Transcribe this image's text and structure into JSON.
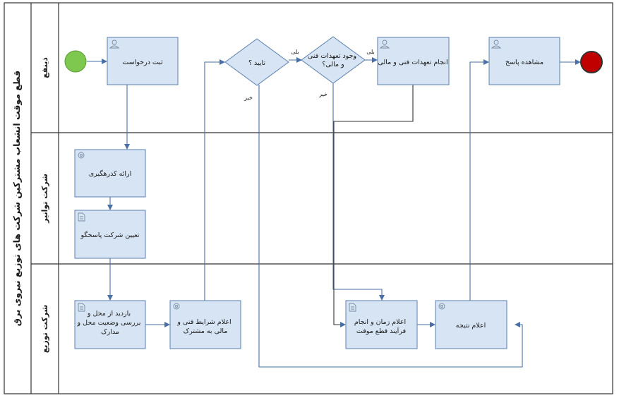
{
  "pool": {
    "title": "قطع موقت انشعاب مشترکین شرکت های توزیع نیروی برق"
  },
  "lanes": [
    {
      "id": "lane-1",
      "label": "ذینفع"
    },
    {
      "id": "lane-2",
      "label": "شرکت توانیر"
    },
    {
      "id": "lane-3",
      "label": "شرکت توزیع"
    }
  ],
  "tasks": {
    "submit_request": {
      "lines": [
        "ثبت درخواست"
      ],
      "icon": "user-icon"
    },
    "provide_gateway": {
      "lines": [
        "ارائه کدرهگیری"
      ],
      "icon": "gear-icon"
    },
    "assign_company": {
      "lines": [
        "تعیین شرکت پاسخگو"
      ],
      "icon": "document-icon"
    },
    "site_visit": {
      "lines": [
        "بازدید از محل و",
        "بررسی وضعیت محل و",
        "مدارک"
      ],
      "icon": "document-icon"
    },
    "announce_terms": {
      "lines": [
        "اعلام شرایط فنی و",
        "مالی به مشترک"
      ],
      "icon": "gear-icon"
    },
    "fulfil_obligations": {
      "lines": [
        "انجام تعهدات فنی و مالی"
      ],
      "icon": "user-icon"
    },
    "announce_schedule": {
      "lines": [
        "اعلام زمان و انجام",
        "فرآیند قطع موقت"
      ],
      "icon": "document-icon"
    },
    "announce_result": {
      "lines": [
        "اعلام نتیجه"
      ],
      "icon": "gear-icon"
    },
    "view_response": {
      "lines": [
        "مشاهده پاسخ"
      ],
      "icon": "user-icon"
    }
  },
  "gateways": {
    "approve": {
      "lines": [
        "تایید ؟"
      ]
    },
    "obligations": {
      "lines": [
        "وجود تعهدات فنی",
        "و مالی؟"
      ]
    }
  },
  "flow_labels": {
    "approve_yes": "بلی",
    "approve_no": "خیر",
    "obligations_yes": "بلی",
    "obligations_no": "خیر"
  },
  "colors": {
    "start_event": "#7ec850",
    "end_event": "#c00000",
    "task_fill": "#d6e4f3",
    "task_stroke": "#5b7fb0",
    "flow": "#4a6fa5"
  }
}
